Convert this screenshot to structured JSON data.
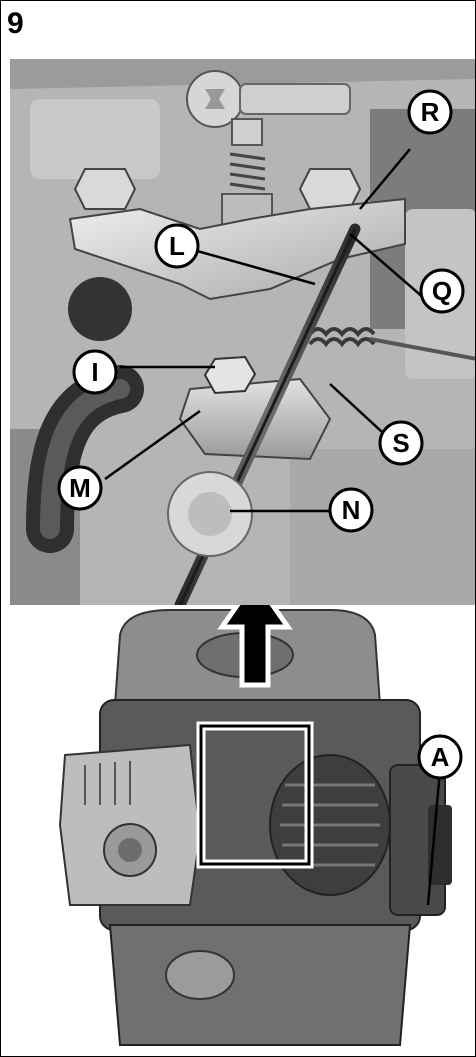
{
  "figure": {
    "number": "9"
  },
  "callouts": {
    "R": "R",
    "L": "L",
    "Q": "Q",
    "I": "I",
    "S": "S",
    "M": "M",
    "N": "N",
    "A": "A"
  },
  "colors": {
    "background": "#ffffff",
    "metal_dark": "#3a3a3a",
    "metal_mid": "#8c8c8c",
    "metal_light": "#cfcfcf",
    "outline": "#000000"
  },
  "icons": {
    "direction_arrow": "arrow-up-icon"
  }
}
